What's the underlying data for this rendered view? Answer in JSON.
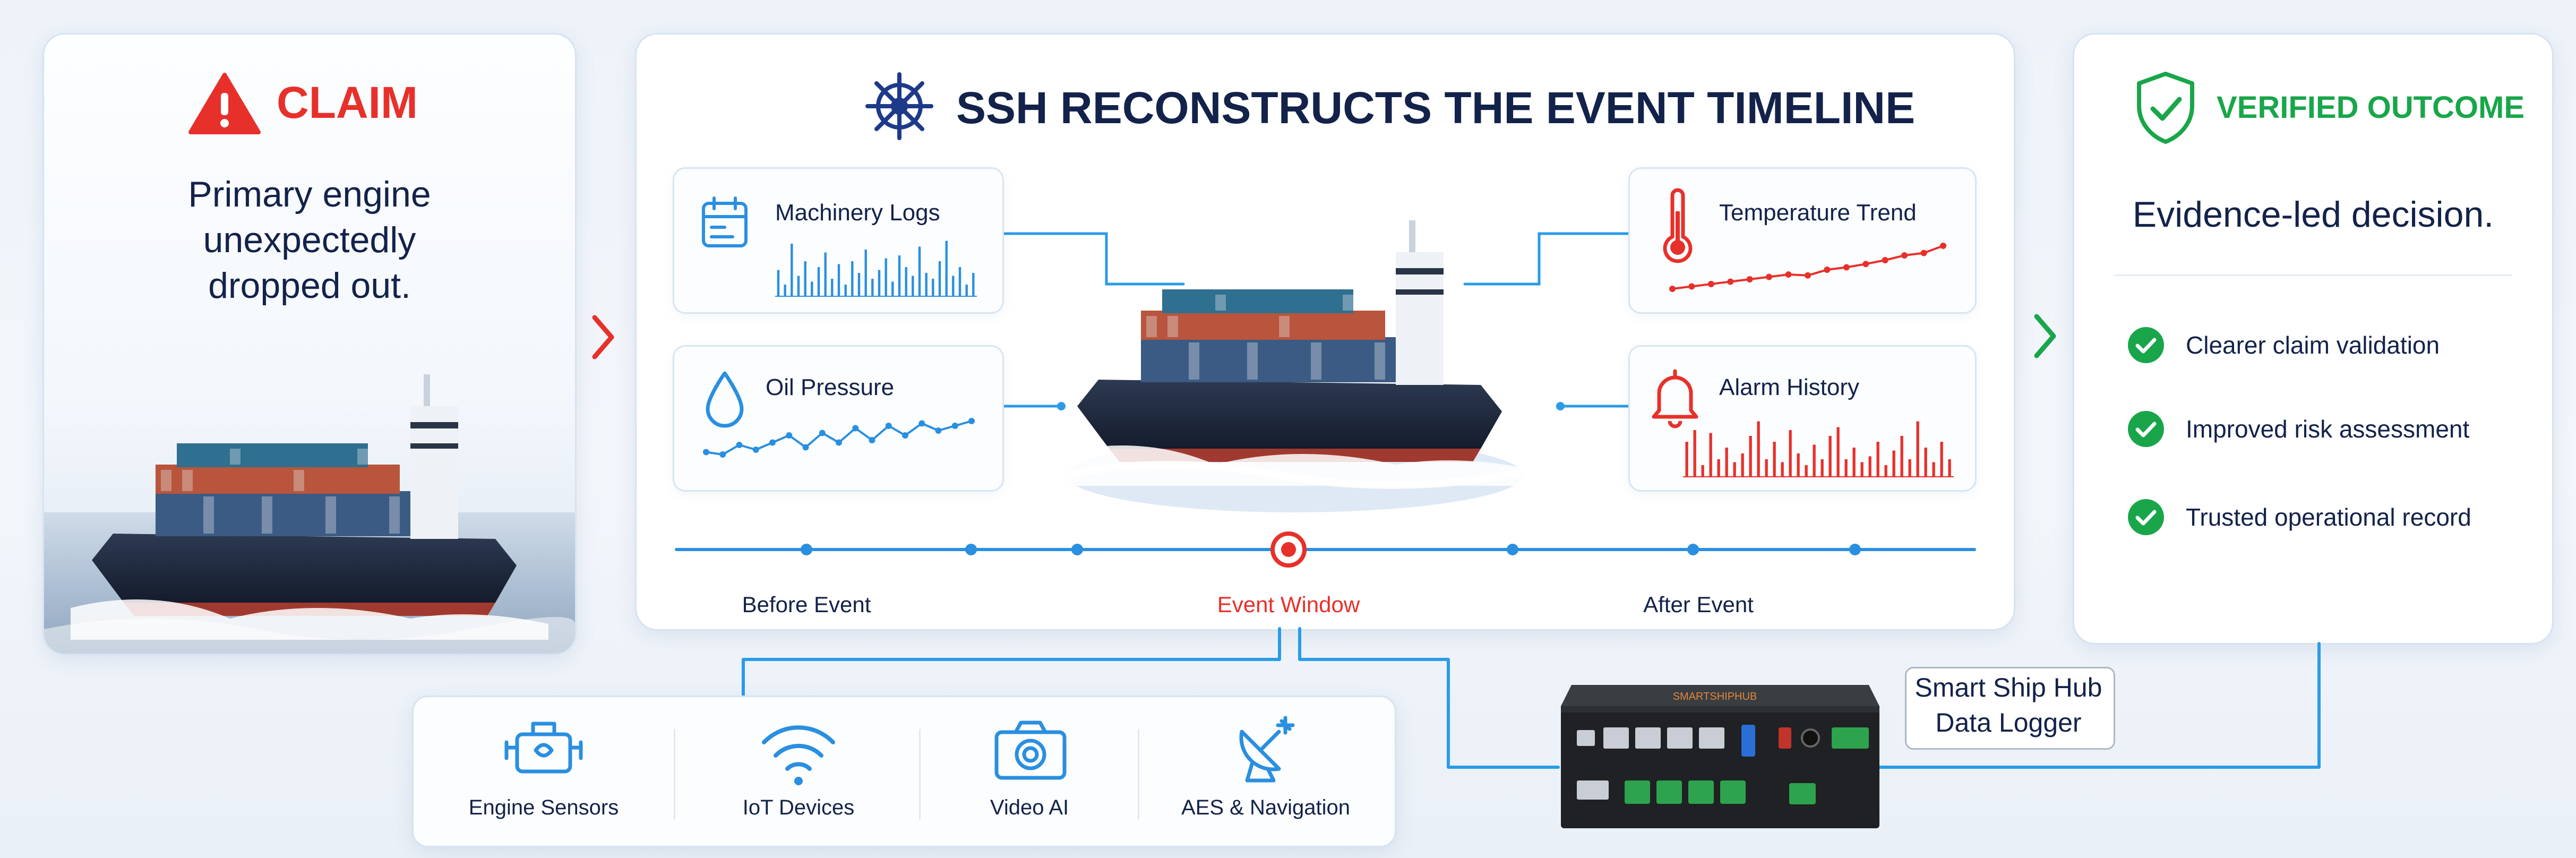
{
  "claim": {
    "heading": "CLAIM",
    "lines": [
      "Primary engine",
      "unexpectedly",
      "dropped out."
    ]
  },
  "timeline_panel": {
    "heading": "SSH RECONSTRUCTS THE EVENT TIMELINE",
    "machinery_logs": {
      "label": "Machinery Logs",
      "bars": [
        0.45,
        0.2,
        0.9,
        0.35,
        0.6,
        0.25,
        0.5,
        0.75,
        0.3,
        0.55,
        0.2,
        0.6,
        0.4,
        0.8,
        0.3,
        0.45,
        0.65,
        0.25,
        0.7,
        0.5,
        0.35,
        0.85,
        0.4,
        0.3,
        0.6,
        0.95,
        0.35,
        0.5,
        0.2,
        0.4
      ]
    },
    "oil_pressure": {
      "label": "Oil Pressure",
      "points": [
        0.35,
        0.3,
        0.5,
        0.4,
        0.55,
        0.7,
        0.45,
        0.75,
        0.55,
        0.85,
        0.6,
        0.9,
        0.7,
        0.95,
        0.8,
        0.9,
        1.0
      ]
    },
    "temperature_trend": {
      "label": "Temperature Trend",
      "points": [
        0.1,
        0.15,
        0.2,
        0.25,
        0.3,
        0.35,
        0.4,
        0.38,
        0.5,
        0.55,
        0.62,
        0.7,
        0.8,
        0.85,
        1.0
      ]
    },
    "alarm_history": {
      "label": "Alarm History",
      "bars": [
        0.6,
        0.8,
        0.2,
        0.75,
        0.3,
        0.5,
        0.25,
        0.4,
        0.7,
        0.95,
        0.3,
        0.6,
        0.25,
        0.8,
        0.4,
        0.2,
        0.55,
        0.3,
        0.7,
        0.85,
        0.3,
        0.5,
        0.25,
        0.35,
        0.6,
        0.2,
        0.45,
        0.7,
        0.3,
        0.95,
        0.5,
        0.25,
        0.6,
        0.3
      ]
    },
    "timeline": {
      "before": "Before Event",
      "window": "Event Window",
      "after": "After Event"
    }
  },
  "outcome": {
    "heading": "VERIFIED OUTCOME",
    "subheading": "Evidence-led decision.",
    "items": [
      "Clearer claim validation",
      "Improved risk assessment",
      "Trusted operational record"
    ]
  },
  "sources": [
    {
      "label": "Engine Sensors",
      "icon": "engine-icon"
    },
    {
      "label": "IoT Devices",
      "icon": "wifi-icon"
    },
    {
      "label": "Video AI",
      "icon": "camera-icon"
    },
    {
      "label": "AES & Navigation",
      "icon": "satellite-dish-icon"
    }
  ],
  "device": {
    "label_line1": "Smart Ship Hub",
    "label_line2": "Data Logger"
  },
  "colors": {
    "navy": "#13224a",
    "red": "#e8302a",
    "green": "#19a64a",
    "blue": "#2a8fe0"
  }
}
